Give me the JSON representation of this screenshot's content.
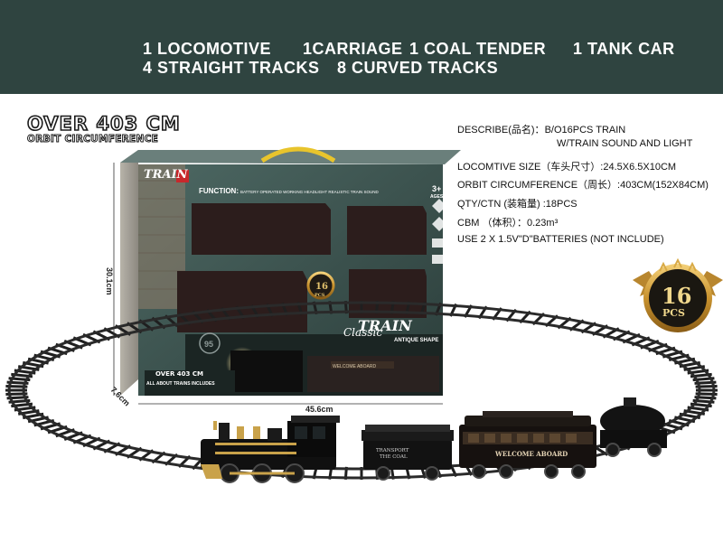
{
  "banner": {
    "line1": [
      "1 LOCOMOTIVE",
      "1CARRIAGE",
      "1 COAL TENDER",
      "1 TANK CAR"
    ],
    "line2": [
      "4 STRAIGHT TRACKS",
      "8 CURVED TRACKS"
    ],
    "background_color": "#2f4440"
  },
  "headline": {
    "main": "OVER 403 CM",
    "sub": "ORBIT CIRCUMFERENCE"
  },
  "specs": {
    "describe_label": "DESCRIBE(品名)：",
    "describe_value": "B/O16PCS TRAIN",
    "describe_value_2": "W/TRAIN SOUND AND LIGHT",
    "locomotive_size": "LOCOMTIVE SIZE（车头尺寸）:24.5X6.5X10CM",
    "orbit": "ORBIT CIRCUMFERENCE（周长）:403CM(152X84CM)",
    "qty": "QTY/CTN (装箱量) :18PCS",
    "cbm": "CBM （体积）：0.23m³",
    "batteries": "USE 2 X 1.5V\"D\"BATTERIES (NOT INCLUDE)"
  },
  "badge": {
    "number": "16",
    "unit": "PCS",
    "ribbon_color": "#b8862e"
  },
  "box": {
    "brand_top": "TRAIN",
    "brand_script": "Classic",
    "age": "3+",
    "age_label": "AGES",
    "function_label": "FUNCTION:",
    "functions": "BATTERY OPERATED   WORKING HEADLIGHT   REALISTIC TRAIN SOUND",
    "brand_bottom": "TRAIN",
    "subtitle": "ANTIQUE SHAPE",
    "badge_number": "16",
    "badge_unit": "PCS",
    "stamp": "95",
    "over_text": "OVER 403 CM",
    "list_title": "ALL ABOUT TRAINS INCLUDES",
    "carriage_sign": "WELCOME ABOARD"
  },
  "dimensions": {
    "height": "30.1cm",
    "width": "45.6cm",
    "depth": "7.6cm"
  },
  "train": {
    "tender_text_1": "TRANSPORT",
    "tender_text_2": "THE COAL",
    "carriage_sign": "WELCOME ABOARD"
  }
}
